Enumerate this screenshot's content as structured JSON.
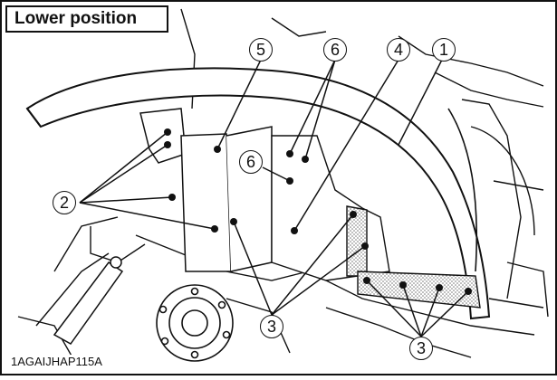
{
  "title": "Lower position",
  "figure_code": "1AGAIJHAP115A",
  "callouts": {
    "c1": "1",
    "c2": "2",
    "c3a": "3",
    "c3b": "3",
    "c4": "4",
    "c5": "5",
    "c6a": "6",
    "c6b": "6"
  },
  "colors": {
    "ink": "#111111",
    "paper": "#ffffff",
    "shade": "#9a9a9a"
  }
}
